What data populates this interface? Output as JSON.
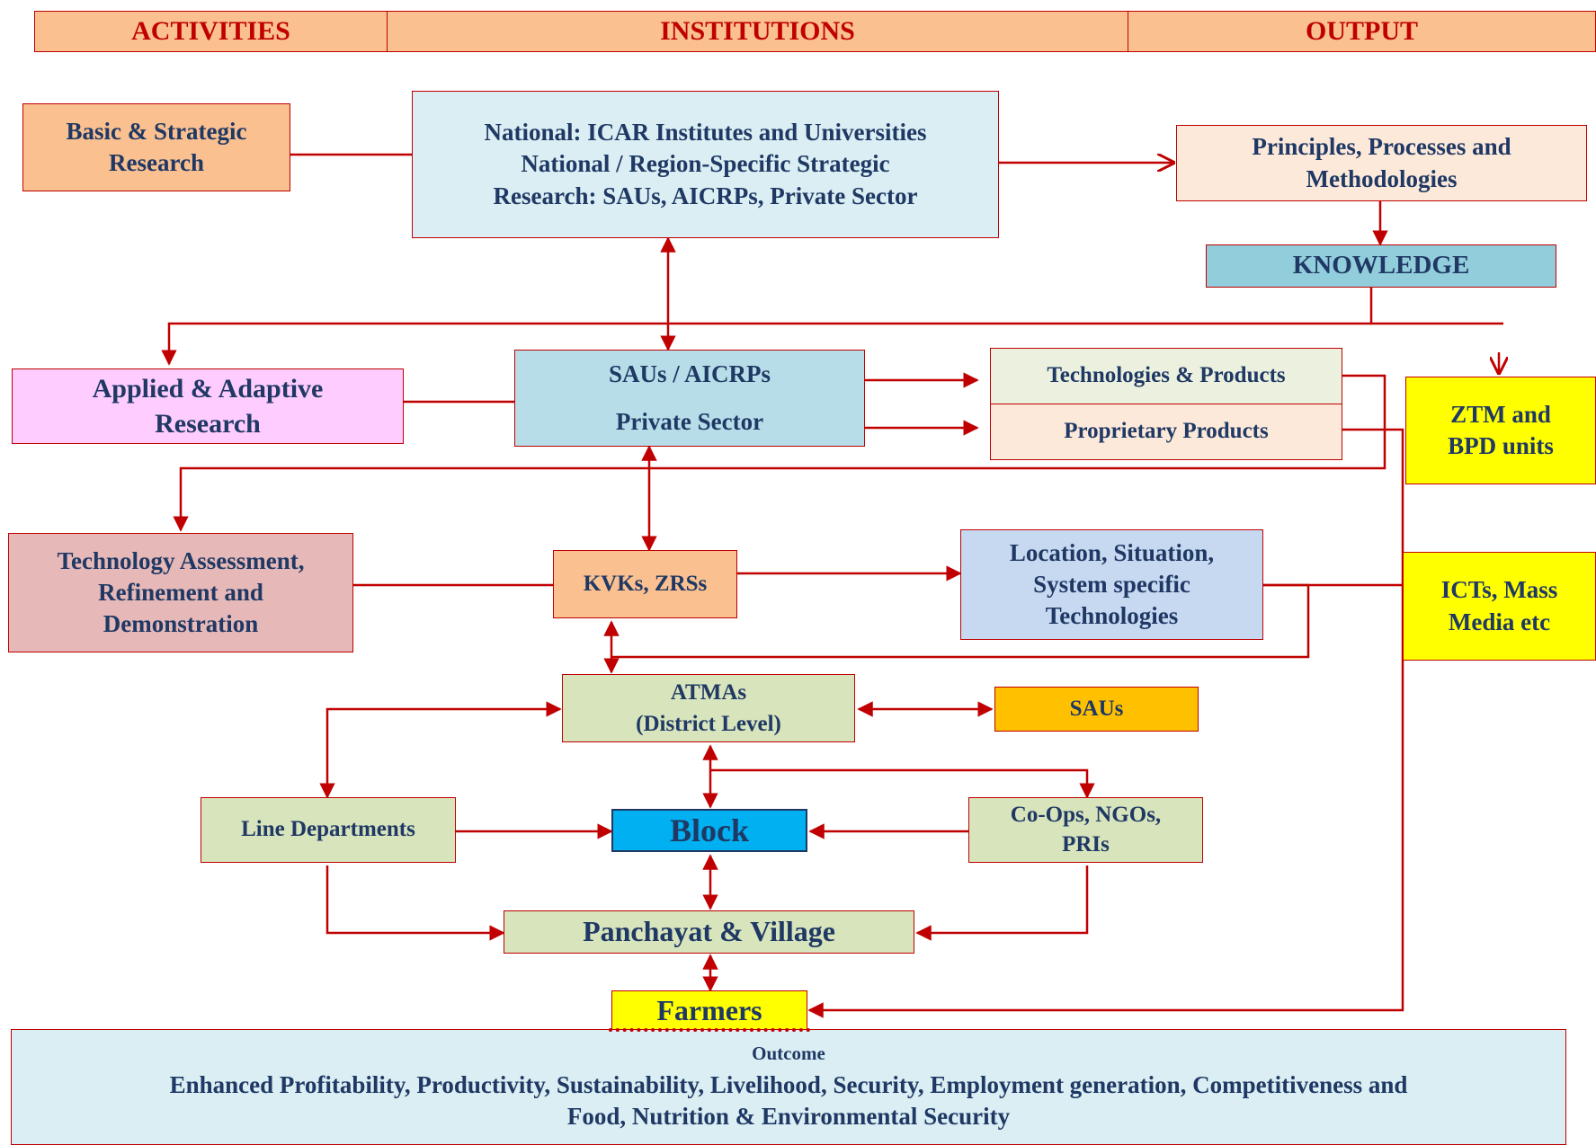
{
  "headers": {
    "activities": "ACTIVITIES",
    "institutions": "INSTITUTIONS",
    "output": "OUTPUT"
  },
  "activities": {
    "basic_research": "Basic & Strategic\nResearch",
    "applied_research": "Applied & Adaptive\nResearch",
    "technology_assessment": "Technology Assessment,\nRefinement and\nDemonstration"
  },
  "institutions": {
    "national": "National: ICAR Institutes and Universities\nNational / Region-Specific Strategic\nResearch: SAUs, AICRPs, Private Sector",
    "saus_aicrps": "SAUs / AICRPs",
    "private_sector": "Private Sector",
    "kvks": "KVKs, ZRSs",
    "atmas": "ATMAs\n(District Level)",
    "saus": "SAUs",
    "line_departments": "Line Departments",
    "block": "Block",
    "coops": "Co-Ops, NGOs,\nPRIs",
    "panchayat": "Panchayat & Village",
    "farmers": "Farmers"
  },
  "output": {
    "principles": "Principles, Processes and\nMethodologies",
    "knowledge": "KNOWLEDGE",
    "technologies_products": "Technologies & Products",
    "proprietary_products": "Proprietary Products",
    "location_specific": "Location, Situation,\nSystem specific\nTechnologies",
    "ztm": "ZTM and\nBPD units",
    "icts": "ICTs, Mass\nMedia etc"
  },
  "outcome": {
    "label": "Outcome",
    "text": "Enhanced Profitability, Productivity, Sustainability, Livelihood, Security, Employment generation, Competitiveness and\nFood, Nutrition & Environmental Security"
  },
  "colors": {
    "line": "#c00000",
    "text": "#1f3864",
    "header_fill": "#fac090",
    "light_blue": "#daeef3",
    "knowledge_fill": "#92cddc",
    "green_fill": "#d7e4bc",
    "yellow": "#ffff00",
    "pink": "#ffccff",
    "block_fill": "#00b0f0"
  }
}
